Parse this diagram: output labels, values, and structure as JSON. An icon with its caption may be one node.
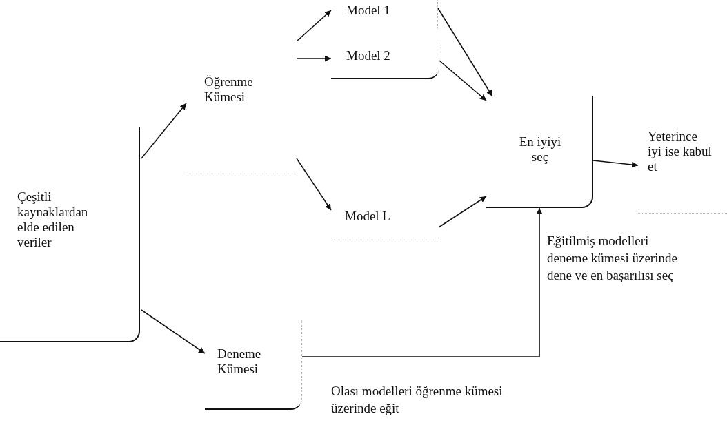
{
  "diagram": {
    "nodes": [
      {
        "text": [
          "Çeşitli kaynaklardan elde edilen veriler"
        ]
      },
      {
        "text": [
          "Öğrenme Kümesi"
        ]
      },
      {
        "text": [
          "Model 1"
        ]
      },
      {
        "text": [
          "Model 2"
        ]
      },
      {
        "text": [
          "Model L"
        ]
      },
      {
        "text": [
          "En iyiyi seç"
        ]
      },
      {
        "text": [
          "Yeterince iyi ise kabul et"
        ]
      },
      {
        "text": [
          "Deneme Kümesi"
        ]
      }
    ],
    "edges": [
      {
        "from": 0,
        "to": 1,
        "arrow": "to"
      },
      {
        "from": 0,
        "to": 7,
        "arrow": "to"
      },
      {
        "from": 1,
        "to": 2,
        "arrow": "to"
      },
      {
        "from": 1,
        "to": 3,
        "arrow": "to"
      },
      {
        "from": 1,
        "to": 4,
        "arrow": "to"
      },
      {
        "from": 2,
        "to": 5,
        "arrow": "to"
      },
      {
        "from": 3,
        "to": 5,
        "arrow": "to"
      },
      {
        "from": 4,
        "to": 5,
        "arrow": "to"
      },
      {
        "from": 5,
        "to": 6,
        "arrow": "to"
      },
      {
        "from": 7,
        "to": 5,
        "arrow": "to",
        "label": "Eğitilmiş modelleri deneme kümesi üzerinde dene ve en başarılısı seç"
      }
    ],
    "labels": [
      "Olası modelleri öğrenme kümesi üzerinde eğit"
    ]
  }
}
